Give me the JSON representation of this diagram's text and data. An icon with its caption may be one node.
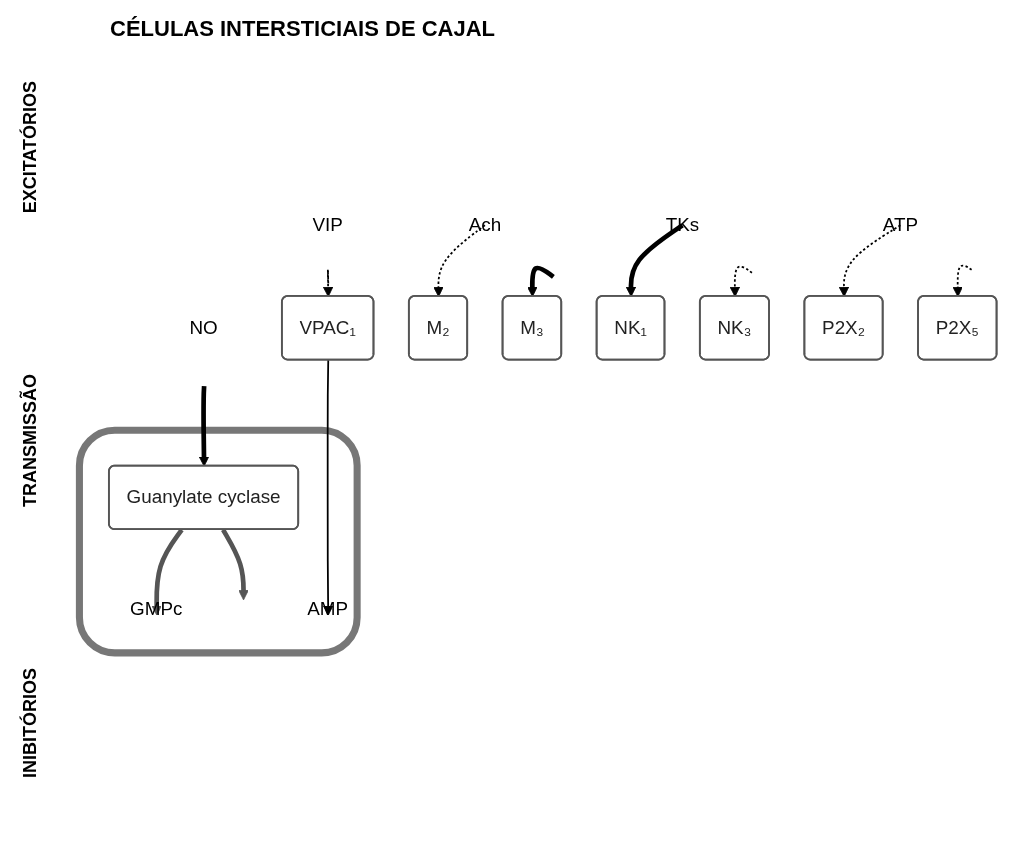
{
  "diagram": {
    "title": "CÉLULAS INTERSTICIAIS DE CAJAL",
    "nodes": [
      {
        "text": [],
        "shape": "box"
      },
      {
        "text": [
          "Ach"
        ]
      },
      {
        "text": [
          "TKs"
        ]
      },
      {
        "text": [
          "ATP"
        ]
      },
      {
        "text": [
          "M₂"
        ]
      },
      {
        "text": [
          "M₃"
        ]
      },
      {
        "text": [
          "NK₁"
        ]
      },
      {
        "text": [
          "NK₃"
        ]
      },
      {
        "text": [
          "P2X₂"
        ]
      },
      {
        "text": [
          "P2X₅"
        ]
      },
      {
        "text": [
          "GMPc"
        ],
        "in": 0
      },
      {
        "text": [
          "Guanylate cyclase"
        ],
        "in": 0
      },
      {
        "text": [
          "AMP"
        ],
        "in": 0
      },
      {
        "text": [
          "VPAC₁"
        ]
      },
      {
        "text": [
          "NO"
        ]
      },
      {
        "text": [
          "VIP"
        ]
      }
    ],
    "edges": [
      {
        "from": 1,
        "to": 4,
        "arrow": "to",
        "style": "dashed"
      },
      {
        "from": 1,
        "to": 5,
        "arrow": "to",
        "style": "thick"
      },
      {
        "from": 2,
        "to": 6,
        "arrow": "to",
        "style": "thick"
      },
      {
        "from": 2,
        "to": 7,
        "arrow": "to",
        "style": "dashed"
      },
      {
        "from": 3,
        "to": 8,
        "arrow": "to",
        "style": "dashed"
      },
      {
        "from": 3,
        "to": 9,
        "arrow": "to",
        "style": "dashed"
      },
      {
        "from": 11,
        "to": 10,
        "arrow": "to",
        "style": "thick",
        "color": "#555555"
      },
      {
        "from": 11,
        "to": null,
        "arrow": "to",
        "style": "thick",
        "color": "#555555"
      },
      {
        "from": 14,
        "to": 11,
        "arrow": "to",
        "style": "thick"
      },
      {
        "from": 13,
        "to": 12,
        "arrow": "to"
      },
      {
        "from": 15,
        "to": 13,
        "arrow": "to",
        "style": "dashed"
      }
    ],
    "labels": [
      "EXCITATÓRIOS",
      "TRANSMISSÃO",
      "INIBITÓRIOS"
    ]
  }
}
